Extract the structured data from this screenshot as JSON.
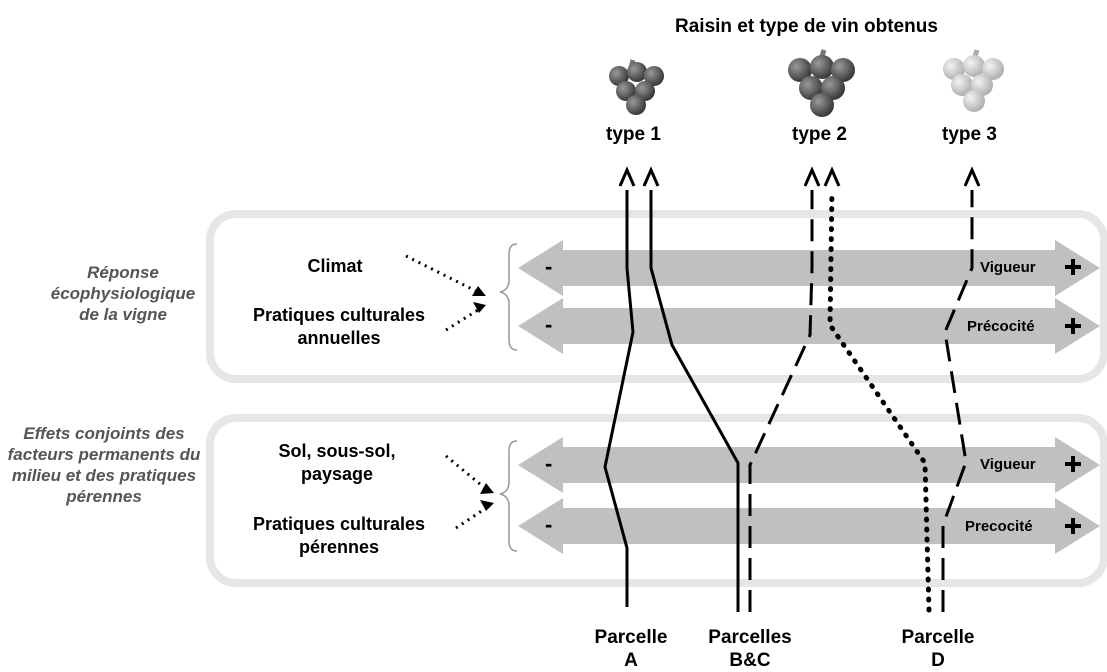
{
  "title": "Raisin et type de vin obtenus",
  "types": [
    {
      "label": "type 1",
      "color": "#555555"
    },
    {
      "label": "type 2",
      "color": "#4a4a4a"
    },
    {
      "label": "type 3",
      "color": "#cfcfcf"
    }
  ],
  "groups": [
    {
      "label": "Réponse écophysiologique de la vigne"
    },
    {
      "label": "Effets conjoints des facteurs permanents du milieu et des pratiques pérennes"
    }
  ],
  "factors": [
    {
      "label": "Climat"
    },
    {
      "label": "Pratiques culturales annuelles"
    },
    {
      "label": "Sol, sous-sol, paysage"
    },
    {
      "label": "Pratiques culturales pérennes"
    }
  ],
  "axes": [
    {
      "label": "Vigueur",
      "minus": "-",
      "plus": "+"
    },
    {
      "label": "Précocité",
      "minus": "-",
      "plus": "+"
    },
    {
      "label": "Vigueur",
      "minus": "-",
      "plus": "+"
    },
    {
      "label": "Precocité",
      "minus": "-",
      "plus": "+"
    }
  ],
  "parcels": [
    {
      "line1": "Parcelle",
      "line2": "A"
    },
    {
      "line1": "Parcelles",
      "line2": "B&C"
    },
    {
      "line1": "Parcelle",
      "line2": "D"
    }
  ],
  "colors": {
    "arrow": "#c0c0c0",
    "panel_border": "#e6e6e6",
    "side_text": "#555555"
  }
}
